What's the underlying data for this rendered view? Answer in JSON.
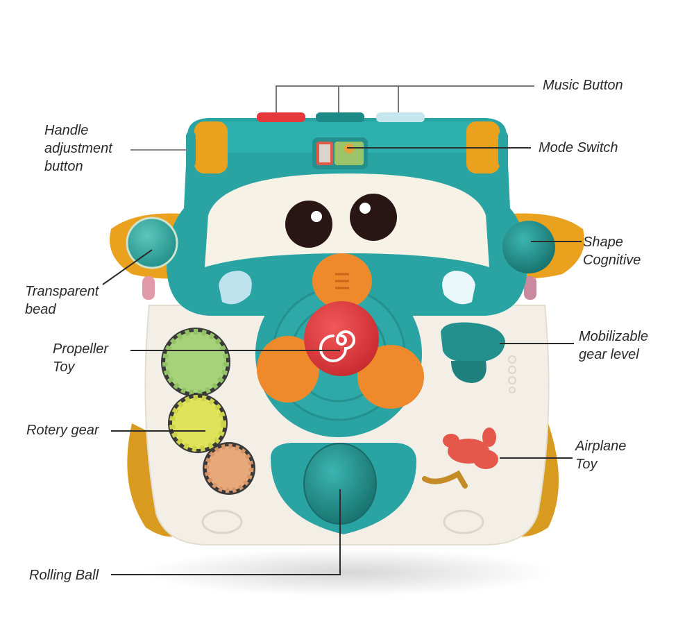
{
  "diagram": {
    "subject": "Baby activity walker toy (car-faced)",
    "colors": {
      "teal": "#2aa3a3",
      "teal_dark": "#1e8a87",
      "mustard": "#eaa21e",
      "cream": "#f4f1ea",
      "orange": "#ee8a2c",
      "red": "#e5383b",
      "light_blue": "#bfe3ee",
      "gear_green": "#a6d27a",
      "gear_yellow": "#dfe35a",
      "gear_peach": "#e8a97a",
      "airplane": "#e5574a",
      "leader_line": "#2b2b2b"
    },
    "labels": [
      {
        "id": "music_button",
        "text": "Music Button"
      },
      {
        "id": "handle_adjustment_button",
        "text": "Handle\nadjustment\nbutton"
      },
      {
        "id": "mode_switch",
        "text": "Mode Switch"
      },
      {
        "id": "shape_cognitive",
        "text": "Shape\nCognitive"
      },
      {
        "id": "transparent_bead",
        "text": "Transparent\nbead"
      },
      {
        "id": "propeller_toy",
        "text": "Propeller\nToy"
      },
      {
        "id": "mobilizable_gear_level",
        "text": "Mobilizable\ngear level"
      },
      {
        "id": "rotery_gear",
        "text": "Rotery gear"
      },
      {
        "id": "airplane_toy",
        "text": "Airplane\nToy"
      },
      {
        "id": "rolling_ball",
        "text": "Rolling Ball"
      }
    ]
  }
}
